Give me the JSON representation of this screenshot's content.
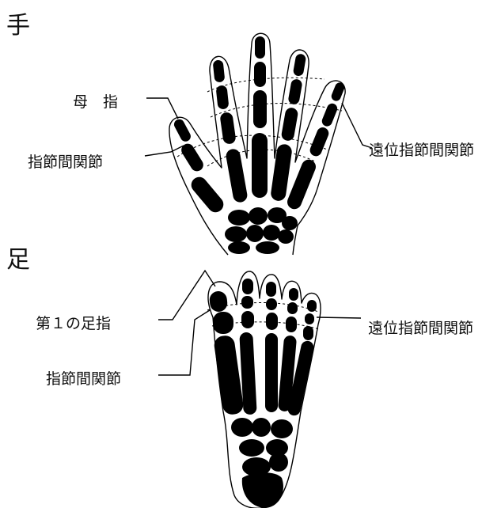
{
  "hand": {
    "title": "手",
    "labels": {
      "thumb": "母　指",
      "interphalangeal": "指節間関節",
      "distal": "遠位指節間関節"
    }
  },
  "foot": {
    "title": "足",
    "labels": {
      "big_toe": "第１の足指",
      "interphalangeal": "指節間関節",
      "distal": "遠位指節間関節"
    }
  },
  "colors": {
    "bone": "#000000",
    "outline": "#000000",
    "joint_line": "#000000",
    "background": "#ffffff"
  }
}
